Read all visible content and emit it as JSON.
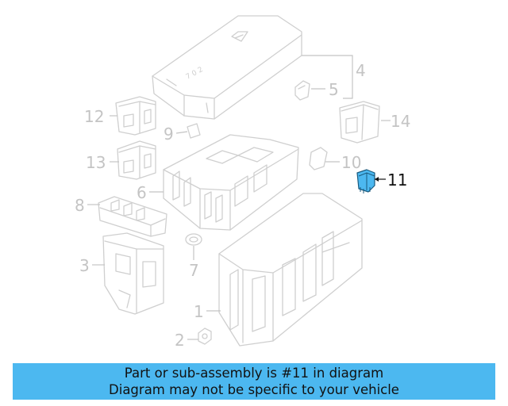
{
  "callouts": [
    {
      "id": "1",
      "label": "1"
    },
    {
      "id": "2",
      "label": "2"
    },
    {
      "id": "3",
      "label": "3"
    },
    {
      "id": "4",
      "label": "4"
    },
    {
      "id": "5",
      "label": "5"
    },
    {
      "id": "6",
      "label": "6"
    },
    {
      "id": "7",
      "label": "7"
    },
    {
      "id": "8",
      "label": "8"
    },
    {
      "id": "9",
      "label": "9"
    },
    {
      "id": "10",
      "label": "10"
    },
    {
      "id": "11",
      "label": "11"
    },
    {
      "id": "12",
      "label": "12"
    },
    {
      "id": "13",
      "label": "13"
    },
    {
      "id": "14",
      "label": "14"
    }
  ],
  "highlight": {
    "part": "11",
    "color": "#4cb8f0"
  },
  "banner": {
    "line1": "Part or sub-assembly is #11 in diagram",
    "line2": "Diagram may not be specific to your vehicle",
    "background": "#4cb8f0"
  }
}
